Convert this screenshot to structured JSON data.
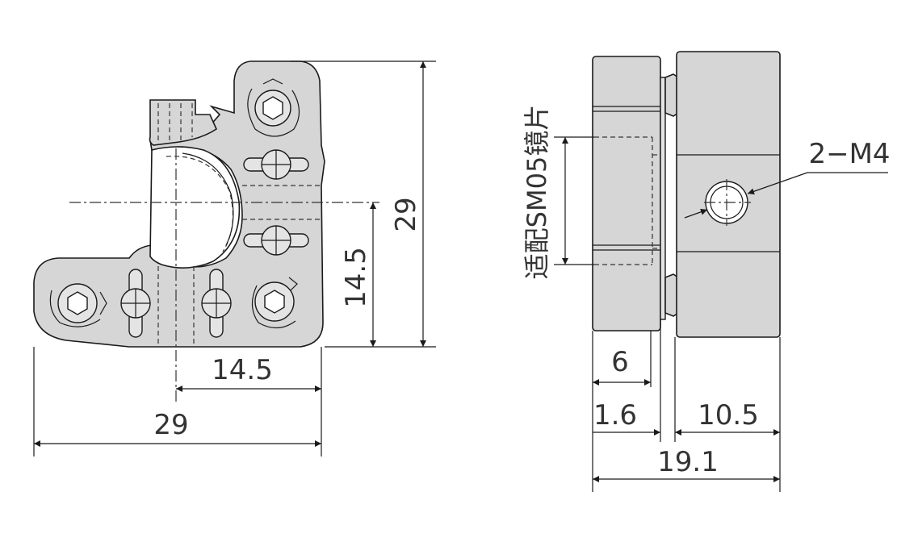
{
  "front_view": {
    "dim_width": "29",
    "dim_height": "29",
    "dim_center_horizontal": "14.5",
    "dim_center_vertical": "14.5"
  },
  "side_view": {
    "dim_6": "6",
    "dim_1_6": "1.6",
    "dim_10_5": "10.5",
    "dim_total": "19.1",
    "thread_label": "2−M4",
    "mirror_label": "适配SM05镜片"
  }
}
